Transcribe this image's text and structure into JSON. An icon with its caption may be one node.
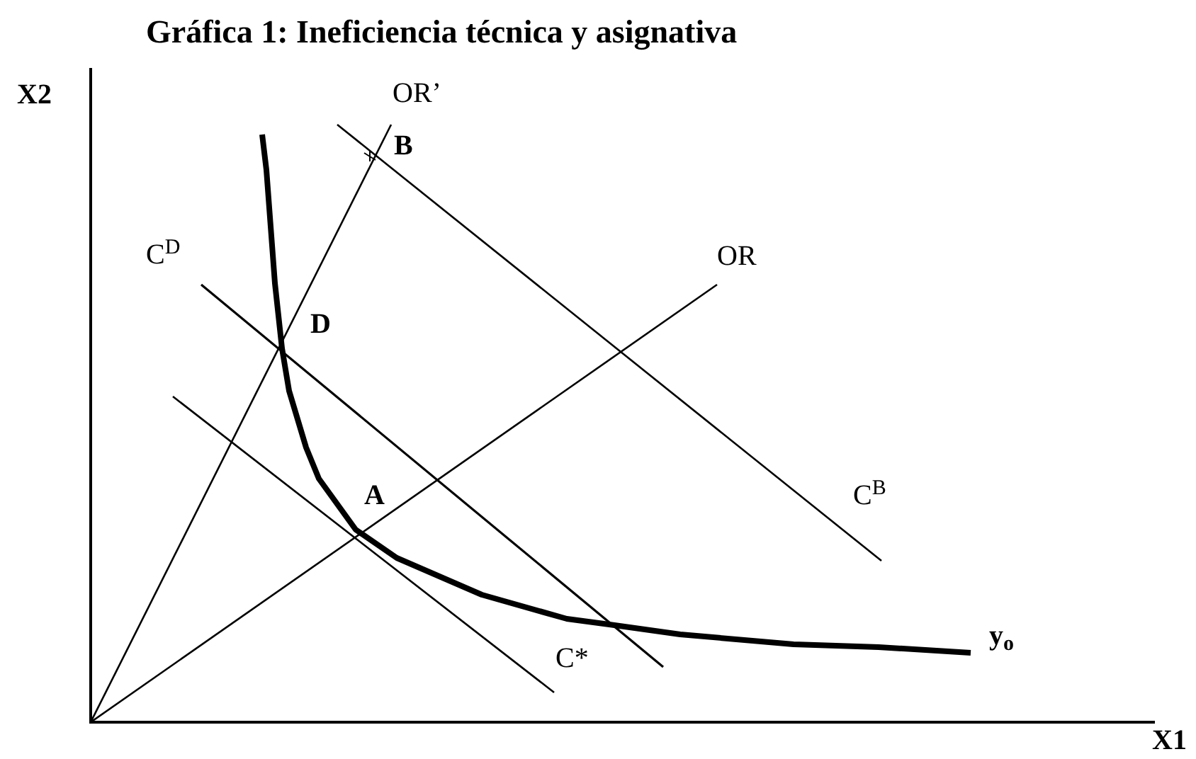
{
  "diagram": {
    "title": "Gráfica 1: Ineficiencia técnica y asignativa",
    "labels": [
      "X2",
      "OR’",
      "B",
      "C$^{D}$",
      "OR",
      "D",
      "A",
      "C$^{B}$",
      "C*",
      "y$_{o}$",
      "X1"
    ]
  }
}
